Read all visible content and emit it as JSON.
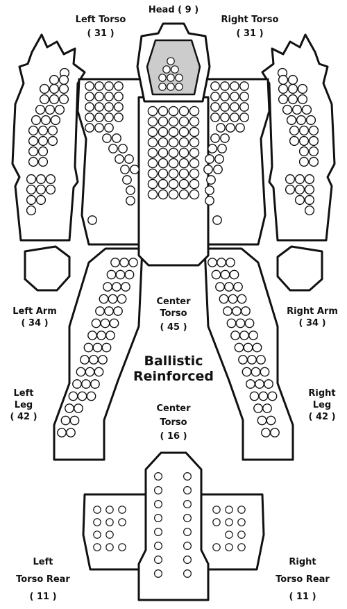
{
  "title": {
    "line1": "Ballistic",
    "line2": "Reinforced"
  },
  "locations": {
    "head": {
      "name": "Head",
      "armor": "( 9 )",
      "circles": 9
    },
    "left_torso": {
      "name": "Left Torso",
      "armor": "( 31 )",
      "circles": 31
    },
    "right_torso": {
      "name": "Right Torso",
      "armor": "( 31 )",
      "circles": 31
    },
    "left_arm": {
      "name": "Left Arm",
      "armor": "( 34 )",
      "circles": 34
    },
    "right_arm": {
      "name": "Right Arm",
      "armor": "( 34 )",
      "circles": 34
    },
    "center_torso": {
      "name_line1": "Center",
      "name_line2": "Torso",
      "armor": "( 45 )",
      "circles": 45
    },
    "left_leg": {
      "name_line1": "Left",
      "name_line2": "Leg",
      "armor": "( 42 )",
      "circles": 42
    },
    "right_leg": {
      "name_line1": "Right",
      "name_line2": "Leg",
      "armor": "( 42 )",
      "circles": 42
    },
    "center_torso_rear": {
      "name_line1": "Center",
      "name_line2": "Torso",
      "armor": "( 16 )",
      "circles": 16
    },
    "left_torso_rear": {
      "name_line1": "Left",
      "name_line2": "Torso Rear",
      "armor": "( 11 )",
      "circles": 11
    },
    "right_torso_rear": {
      "name_line1": "Right",
      "name_line2": "Torso Rear",
      "armor": "( 11 )",
      "circles": 11
    }
  },
  "colors": {
    "outline": "#111111",
    "fill": "#ffffff",
    "head_shade": "#cccccc"
  }
}
